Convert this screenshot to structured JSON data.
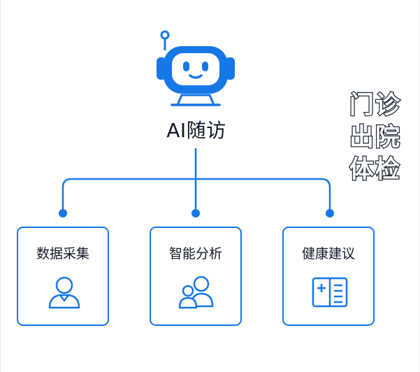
{
  "title": "AI随访",
  "accent_color": "#1677e6",
  "cards": [
    {
      "label": "数据采集",
      "icon": "person-icon"
    },
    {
      "label": "智能分析",
      "icon": "people-icon"
    },
    {
      "label": "健康建议",
      "icon": "book-plus-icon"
    }
  ],
  "side_tags": [
    "门诊",
    "出院",
    "体检"
  ],
  "robot_icon": "robot-icon"
}
